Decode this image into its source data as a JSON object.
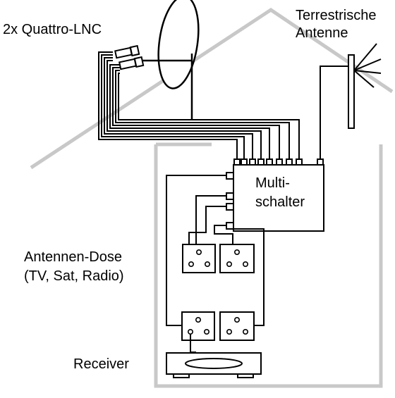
{
  "labels": {
    "lnc": "2x Quattro-LNC",
    "terrestrial_line1": "Terrestrische",
    "terrestrial_line2": "Antenne",
    "multiswitch_line1": "Multi-",
    "multiswitch_line2": "schalter",
    "sockets_line1": "Antennen-Dose",
    "sockets_line2": "(TV, Sat, Radio)",
    "receiver": "Receiver"
  },
  "colors": {
    "house_outline": "#c8c8c8",
    "line": "#000000",
    "background": "#ffffff"
  },
  "counts": {
    "lnc_cables": 8,
    "sockets": 4
  }
}
